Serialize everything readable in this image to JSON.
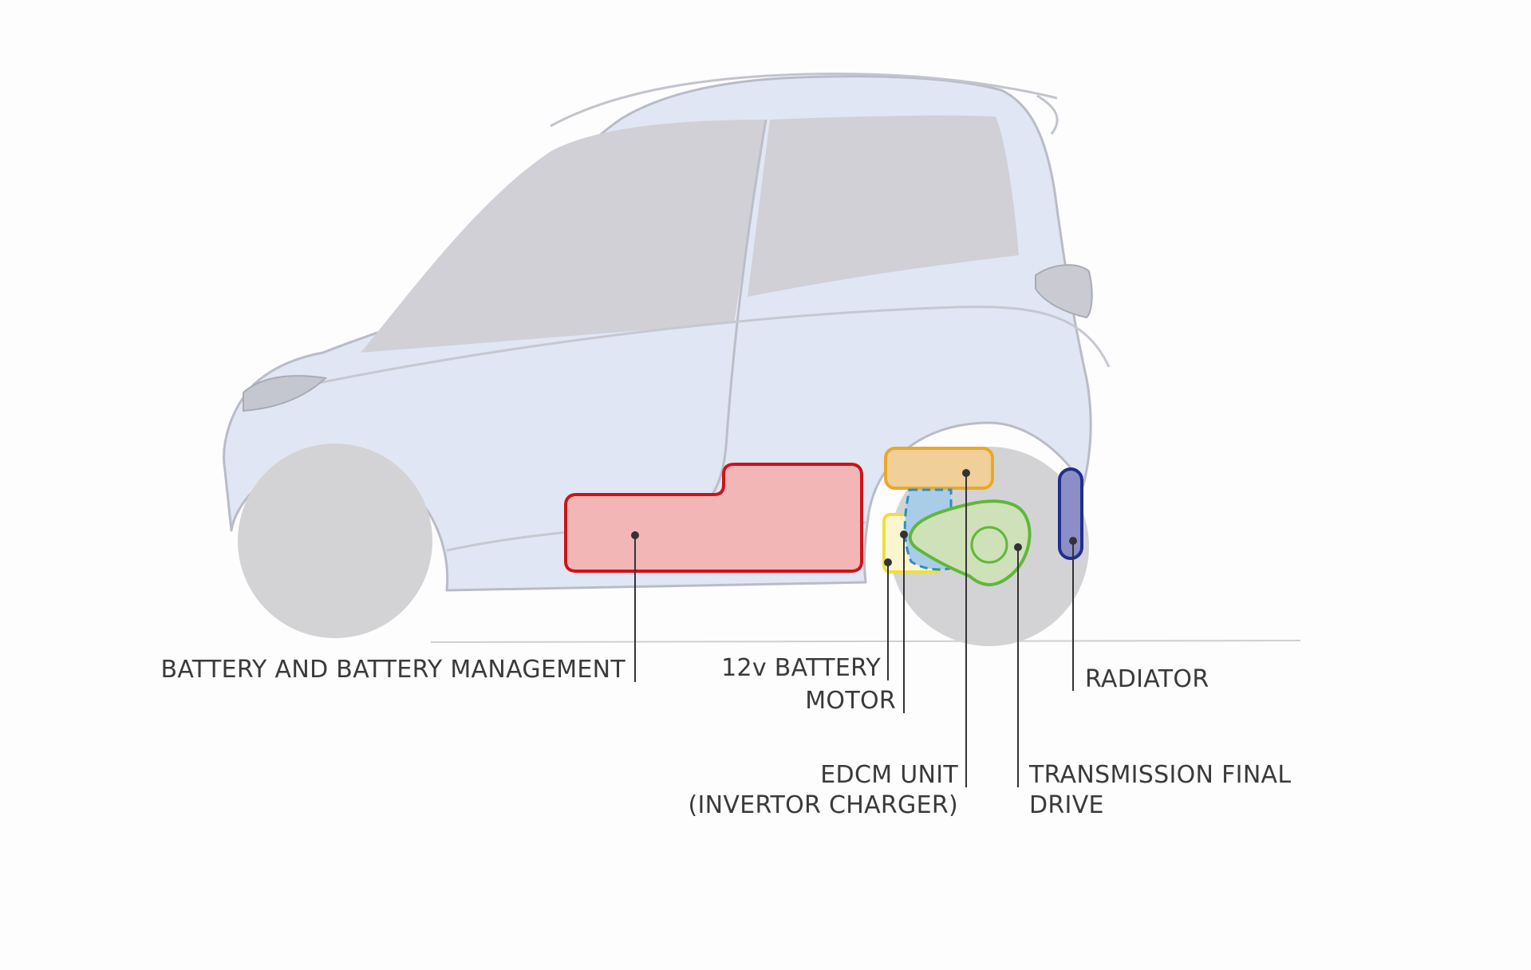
{
  "colors": {
    "background": "#fdfdfd",
    "body": "#e1e6f5",
    "body_outline": "#b9bcc6",
    "glass": "#d0d0d6",
    "wheel": "#d3d3d6",
    "battery_fill": "#f2b6b6",
    "battery_outline": "#cc1418",
    "edcm_fill": "#f0cf98",
    "edcm_outline": "#e8a82a",
    "battery12v_outline": "#eedf3e",
    "motor_fill": "#a9cde6",
    "motor_outline": "#2a8fc6",
    "transmission_fill": "#cfe1b9",
    "transmission_outline": "#5fb838",
    "radiator_fill": "#8d8ec8",
    "radiator_outline": "#1e2f8c",
    "leader": "#333333"
  },
  "components": [
    {
      "id": "battery",
      "lines": [
        "BATTERY AND BATTERY MANAGEMENT"
      ]
    },
    {
      "id": "battery12v",
      "lines": [
        "12v BATTERY"
      ]
    },
    {
      "id": "motor",
      "lines": [
        "MOTOR"
      ]
    },
    {
      "id": "edcm",
      "lines": [
        "EDCM UNIT",
        "(INVERTOR CHARGER)"
      ]
    },
    {
      "id": "transmission",
      "lines": [
        "TRANSMISSION FINAL",
        "DRIVE"
      ]
    },
    {
      "id": "radiator",
      "lines": [
        "RADIATOR"
      ]
    }
  ]
}
